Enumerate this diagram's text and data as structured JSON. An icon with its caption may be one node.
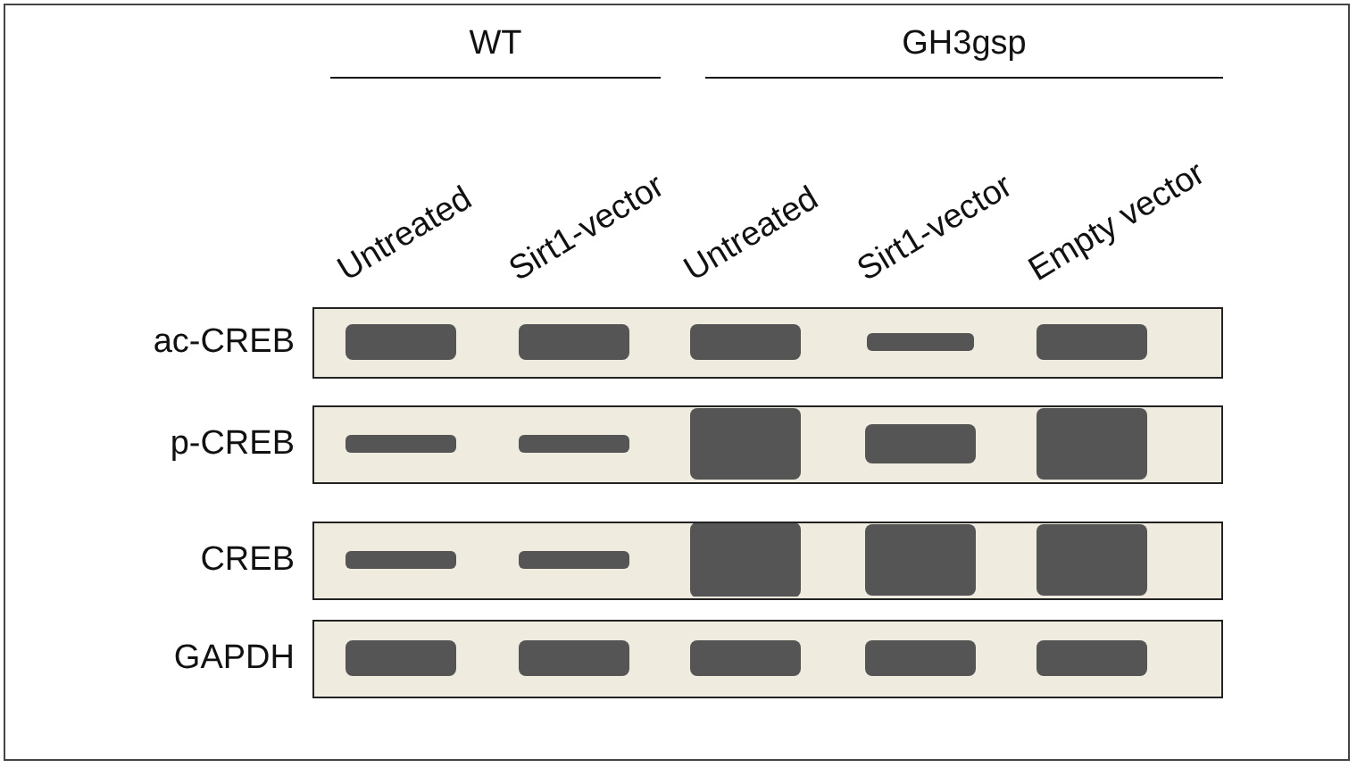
{
  "diagram": {
    "labels": [
      "WT",
      "GH3gsp",
      "Untreated",
      "Sirt1-vector",
      "Untreated",
      "Sirt1-vector",
      "Empty vector",
      "ac-CREB",
      "p-CREB",
      "CREB",
      "GAPDH"
    ]
  }
}
